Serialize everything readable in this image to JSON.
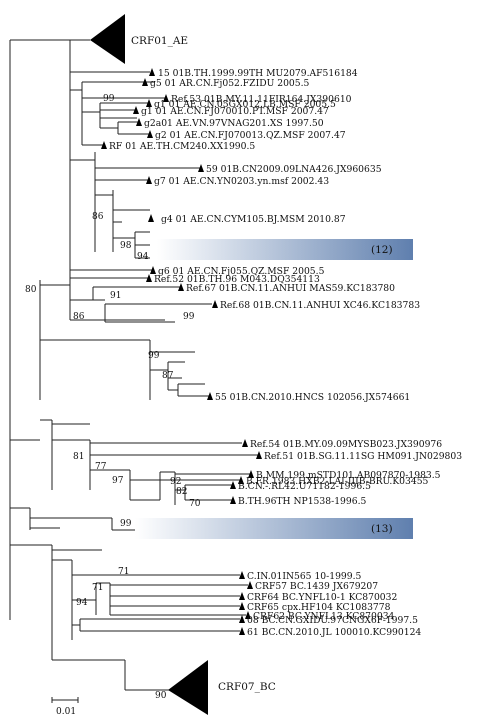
{
  "tips": {
    "crf01_ae": "CRF01_AE",
    "t15": "15 01B.TH.1999.99TH MU2079.AF516184",
    "g5": "g5 01 AR.CN.Fj052.FZIDU 2005.5",
    "ref53": "Ref.53 01B.MY.11.11FIR164.JX390610",
    "g1a": "g1 01 AE.CN.05GX012.LB.MSF 2005.5",
    "g1b": "g1 01 AE.CN.FJ070010.PT.MSF 2007.47",
    "g2a01": "g2a01 AE.VN.97VNAG201.XS 1997.50",
    "g2": "g2 01 AE.CN.FJ070013.QZ.MSF 2007.47",
    "rf01": "RF 01 AE.TH.CM240.XX1990.5",
    "t59": "59 01B.CN2009.09LNA426.JX960635",
    "g7": "g7 01 AE.CN.YN0203.yn.msf 2002.43",
    "g4": "g4 01 AE.CN.CYM105.BJ.MSM 2010.87",
    "c12": "(12)",
    "g6": "g6 01 AE.CN.Fj055.QZ.MSF 2005.5",
    "ref52": "Ref.52 01B.TH.96 M043.DQ354113",
    "ref67": "Ref.67 01B.CN.11.ANHUI MAS59.KC183780",
    "ref68": "Ref.68 01B.CN.11.ANHUI XC46.KC183783",
    "t55": "55 01B.CN.2010.HNCS 102056.JX574661",
    "ref54": "Ref.54 01B.MY.09.09MYSB023.JX390976",
    "ref51": "Ref.51 01B.SG.11.11SG HM091.JN029803",
    "bfr": "B.FR.1983.HXB2-LAI-IIIB-BRU.K03455",
    "bmm": "B.MM.199.mSTD101.AB097870-1983.5",
    "bcn": "B.CN.-.RL42.U71182-1996.5",
    "bth": "B.TH.96TH NP1538-1996.5",
    "c13": "(13)",
    "cin": "C.IN.01IN565 10-1999.5",
    "crf57": "CRF57 BC.1439 JX679207",
    "crf64": "CRF64 BC.YNFL10-1 KC870032",
    "crf65": "CRF65 cpx.HF104 KC1083778",
    "crf62": "CRF62 BC.YNFL13 KC870034",
    "t08": "08 BC.CN.GXIDU.97CNGX6F-1997.5",
    "t61": "61 BC.CN.2010.JL 100010.KC990124",
    "crf07_bc": "CRF07_BC"
  },
  "bootstrap": {
    "b99a": "99",
    "b86a": "86",
    "b98": "98",
    "b94a": "94",
    "b80": "80",
    "b91": "91",
    "b86b": "86",
    "b99b": "99",
    "b99c": "99",
    "b87": "87",
    "b81": "81",
    "b77": "77",
    "b97": "97",
    "b92": "92",
    "b82": "82",
    "b70a": "70",
    "b99d": "99",
    "b71a": "71",
    "b71b": "71",
    "b94b": "94",
    "b90": "90"
  },
  "scale_bar": {
    "label": "0.01"
  },
  "colors": {
    "branch": "#222222",
    "collapsed_clade": "#000000",
    "gradient_start": "#ffffff",
    "gradient_end": "#5f7fae"
  }
}
